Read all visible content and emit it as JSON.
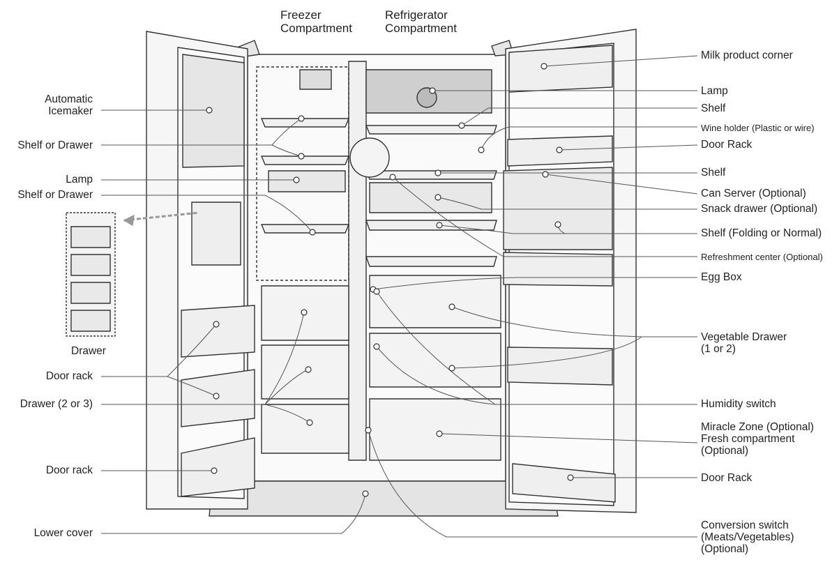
{
  "headers": {
    "freezer": [
      "Freezer",
      "Compartment"
    ],
    "refrigerator": [
      "Refrigerator",
      "Compartment"
    ]
  },
  "labels_left": [
    [
      "Automatic",
      "Icemaker"
    ],
    [
      "Shelf or Drawer"
    ],
    [
      "Lamp"
    ],
    [
      "Shelf or Drawer"
    ],
    [
      "Drawer"
    ],
    [
      "Door rack"
    ],
    [
      "Drawer (2 or 3)"
    ],
    [
      "Door rack"
    ],
    [
      "Lower cover"
    ]
  ],
  "labels_right": [
    [
      "Milk product corner"
    ],
    [
      "Lamp"
    ],
    [
      "Shelf"
    ],
    [
      "Wine holder (Plastic or wire)"
    ],
    [
      "Door Rack"
    ],
    [
      "Shelf"
    ],
    [
      "Can Server (Optional)"
    ],
    [
      "Snack drawer (Optional)"
    ],
    [
      "Shelf (Folding or Normal)"
    ],
    [
      "Refreshment center (Optional)"
    ],
    [
      "Egg Box"
    ],
    [
      "Vegetable Drawer",
      "(1 or 2)"
    ],
    [
      "Humidity switch"
    ],
    [
      "Miracle Zone (Optional)",
      "Fresh compartment",
      "(Optional)"
    ],
    [
      "Door Rack"
    ],
    [
      "Conversion switch",
      "(Meats/Vegetables)",
      "(Optional)"
    ]
  ]
}
